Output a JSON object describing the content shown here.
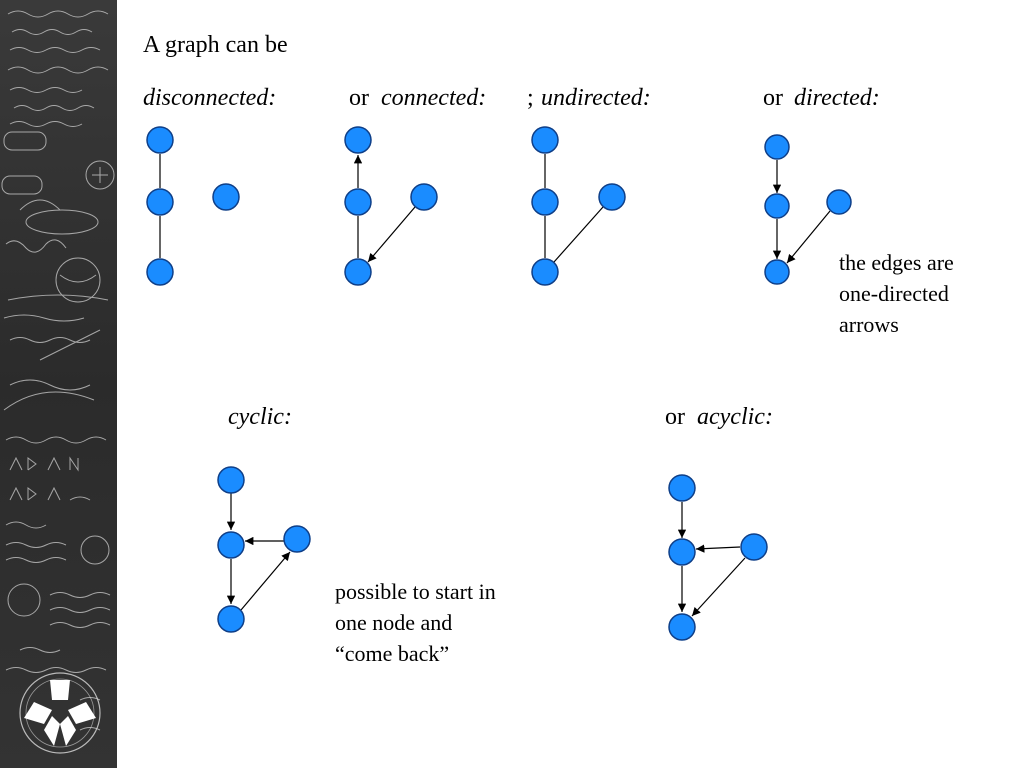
{
  "slide": {
    "intro": "A graph can be",
    "labels": {
      "disconnected": "disconnected:",
      "or1": "or",
      "connected": "connected:",
      "semicolon": ";",
      "undirected": "undirected:",
      "or2": "or",
      "directed": "directed:",
      "cyclic": "cyclic:",
      "or3": "or",
      "acyclic": "acyclic:"
    },
    "directed_note": [
      "the edges are",
      "one-directed",
      "arrows"
    ],
    "cyclic_note": [
      "possible to start in",
      "one node and",
      "“come back”"
    ]
  },
  "colors": {
    "node_fill": "#1a8cff",
    "node_stroke": "#0f3f88",
    "sidebar_bg": "#2f2f2f"
  }
}
